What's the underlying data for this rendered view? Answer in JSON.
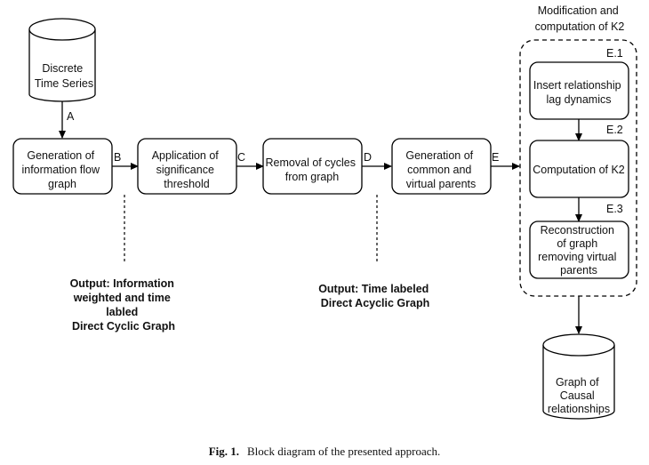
{
  "nodes": {
    "input": [
      "Discrete",
      "Time Series"
    ],
    "n1": [
      "Generation of",
      "information flow",
      "graph"
    ],
    "n2": [
      "Application of",
      "significance",
      "threshold"
    ],
    "n3": [
      "Removal of cycles",
      "from graph"
    ],
    "n4": [
      "Generation of",
      "common and",
      "virtual parents"
    ],
    "e1": [
      "Insert relationship",
      "lag dynamics"
    ],
    "e2": [
      "Computation of K2"
    ],
    "e3": [
      "Reconstruction",
      "of  graph",
      "removing virtual",
      "parents"
    ],
    "output": [
      "Graph of",
      "Causal",
      "relationships"
    ]
  },
  "edges": {
    "a": "A",
    "b": "B",
    "c": "C",
    "d": "D",
    "e": "E",
    "e1": "E.1",
    "e2": "E.2",
    "e3": "E.3"
  },
  "group_title": [
    "Modification and",
    "computation of K2"
  ],
  "outputs": {
    "first": [
      "Output: Information",
      "weighted and time",
      "labled",
      "Direct Cyclic Graph"
    ],
    "second": [
      "Output: Time labeled",
      "Direct Acyclic Graph"
    ]
  },
  "caption": {
    "label": "Fig. 1.",
    "text": "Block diagram of the presented approach."
  }
}
